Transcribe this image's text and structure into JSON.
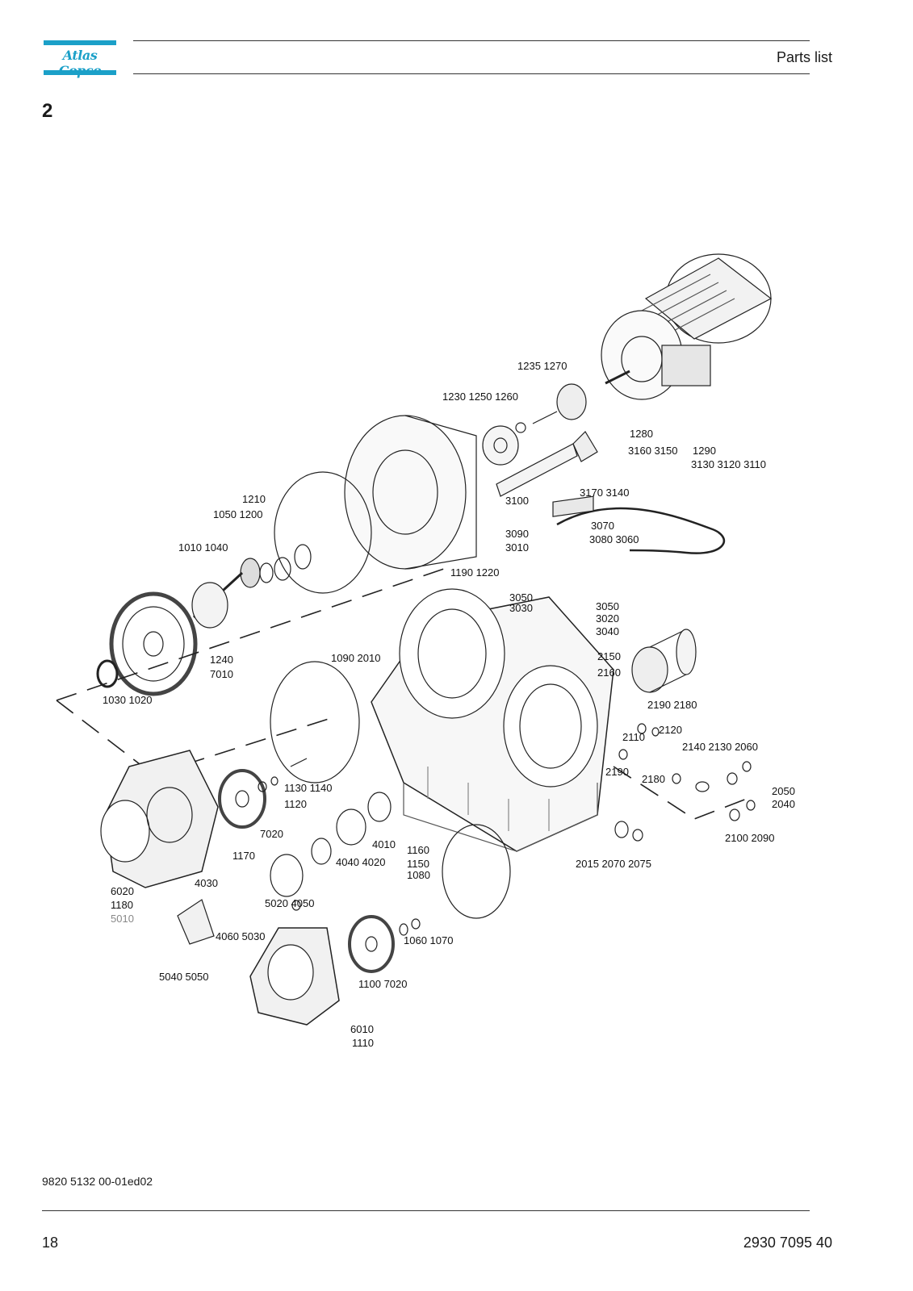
{
  "header": {
    "logo_text": "Atlas Copco",
    "title": "Parts list",
    "brand_color": "#1ba0c8"
  },
  "section": {
    "number": "2"
  },
  "diagram": {
    "callouts": [
      "1235 1270",
      "1230 1250 1260",
      "1280",
      "1290",
      "3160 3150",
      "3130 3120 3110",
      "3170 3140",
      "3100",
      "1210",
      "1050 1200",
      "1010 1040",
      "3090",
      "3070",
      "3080 3060",
      "3010",
      "1190 1220",
      "3050",
      "3030",
      "3050",
      "3020",
      "3040",
      "2150",
      "2160",
      "2190 2180",
      "2110",
      "2120",
      "2140 2130 2060",
      "2190",
      "2180",
      "2050",
      "2040",
      "2100 2090",
      "2015 2070 2075",
      "1240",
      "7010",
      "1030 1020",
      "1090 2010",
      "1130 1140",
      "1120",
      "7020",
      "1170",
      "4010",
      "1160",
      "1150",
      "1080",
      "4040 4020",
      "6020",
      "1180",
      "5010",
      "4030",
      "5020 4050",
      "4060 5030",
      "5040 5050",
      "1060 1070",
      "1100 7020",
      "6010",
      "1110"
    ]
  },
  "footer": {
    "doc_ref": "9820 5132 00-01ed02",
    "page": "18",
    "doc_number": "2930 7095 40"
  }
}
